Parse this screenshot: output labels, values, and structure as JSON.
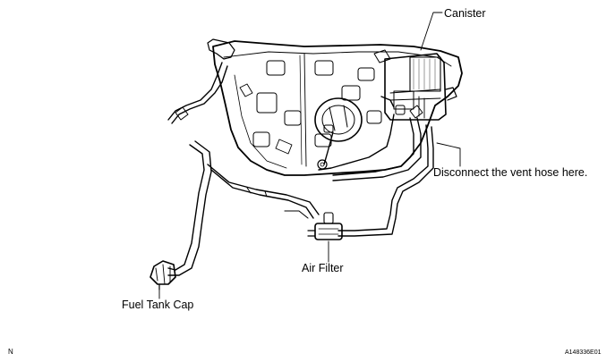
{
  "labels": {
    "canister": "Canister",
    "vent_hose": "Disconnect the vent hose here.",
    "air_filter": "Air Filter",
    "fuel_tank_cap": "Fuel Tank Cap"
  },
  "footer": {
    "corner_mark": "N",
    "figure_code": "A148336E01"
  },
  "colors": {
    "ink": "#000000",
    "background": "#ffffff"
  }
}
